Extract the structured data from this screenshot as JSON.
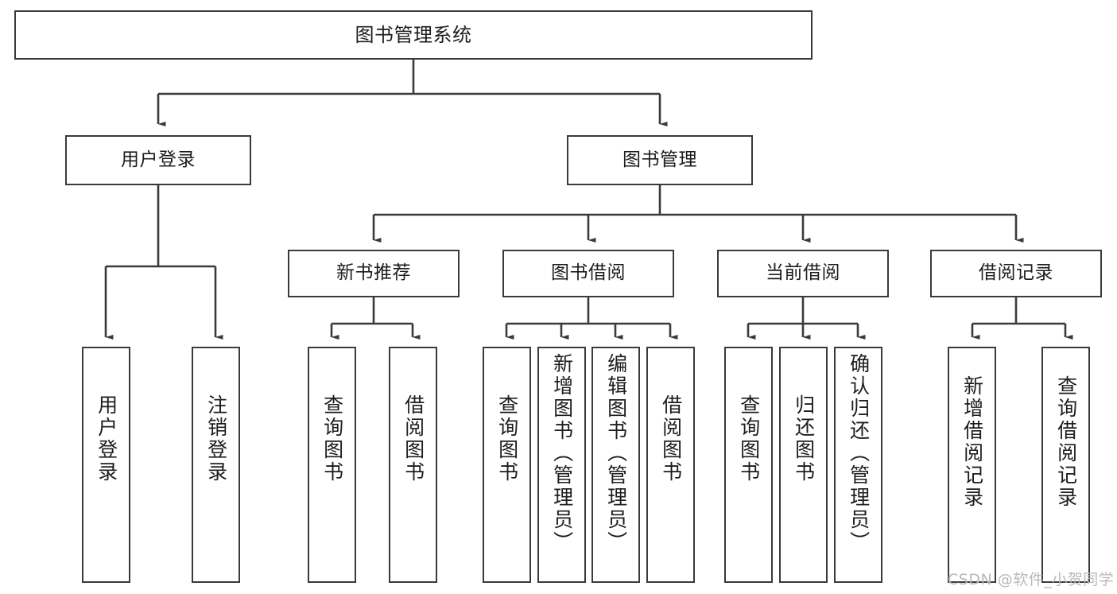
{
  "diagram": {
    "title": "图书管理系统",
    "type": "tree-hierarchy-diagram",
    "root": {
      "id": "root",
      "label": "图书管理系统"
    },
    "level2": [
      {
        "id": "user-login",
        "label": "用户登录"
      },
      {
        "id": "book-management",
        "label": "图书管理"
      }
    ],
    "level3": [
      {
        "id": "new-book-recommend",
        "label": "新书推荐",
        "parent": "book-management"
      },
      {
        "id": "book-borrow",
        "label": "图书借阅",
        "parent": "book-management"
      },
      {
        "id": "current-borrow",
        "label": "当前借阅",
        "parent": "book-management"
      },
      {
        "id": "borrow-record",
        "label": "借阅记录",
        "parent": "book-management"
      }
    ],
    "leaves": {
      "user_login": [
        {
          "id": "leaf-user-login",
          "label": "用户登录"
        },
        {
          "id": "leaf-logout-login",
          "label": "注销登录"
        }
      ],
      "new_book_recommend": [
        {
          "id": "leaf-query-book-1",
          "label": "查询图书"
        },
        {
          "id": "leaf-borrow-book-1",
          "label": "借阅图书"
        }
      ],
      "book_borrow": [
        {
          "id": "leaf-query-book-2",
          "label": "查询图书"
        },
        {
          "id": "leaf-add-book-admin",
          "label": "新增图书（管理员）"
        },
        {
          "id": "leaf-edit-book-admin",
          "label": "编辑图书（管理员）"
        },
        {
          "id": "leaf-borrow-book-2",
          "label": "借阅图书"
        }
      ],
      "current_borrow": [
        {
          "id": "leaf-query-book-3",
          "label": "查询图书"
        },
        {
          "id": "leaf-return-book",
          "label": "归还图书"
        },
        {
          "id": "leaf-confirm-return-admin",
          "label": "确认归还（管理员）"
        }
      ],
      "borrow_record": [
        {
          "id": "leaf-add-borrow-record",
          "label": "新增借阅记录"
        },
        {
          "id": "leaf-query-borrow-record",
          "label": "查询借阅记录"
        }
      ]
    }
  },
  "watermark": {
    "text": "CSDN @软件_小贺同学"
  },
  "colors": {
    "border": "#3a3a3a",
    "text": "#1d1d1d",
    "background": "#ffffff",
    "watermark": "#b9b9b9"
  }
}
